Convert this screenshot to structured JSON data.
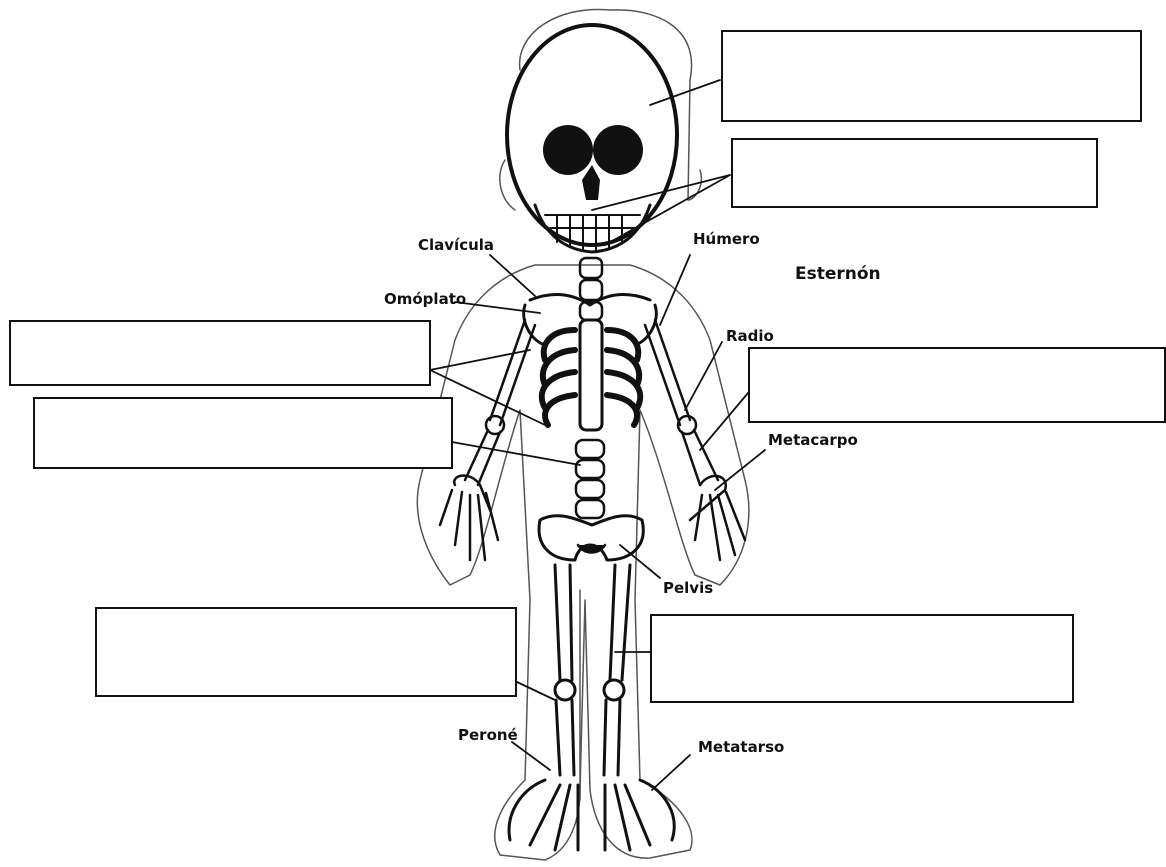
{
  "labels": {
    "clavicula": "Clavícula",
    "omoplato": "Omóplato",
    "humero": "Húmero",
    "esternon": "Esternón",
    "radio": "Radio",
    "metacarpo": "Metacarpo",
    "pelvis": "Pelvis",
    "perone": "Peroné",
    "metatarso": "Metatarso"
  },
  "answer_boxes": [
    "",
    "",
    "",
    "",
    "",
    "",
    ""
  ],
  "colors": {
    "line": "#111111",
    "background": "#ffffff",
    "box_border": "#111111"
  }
}
